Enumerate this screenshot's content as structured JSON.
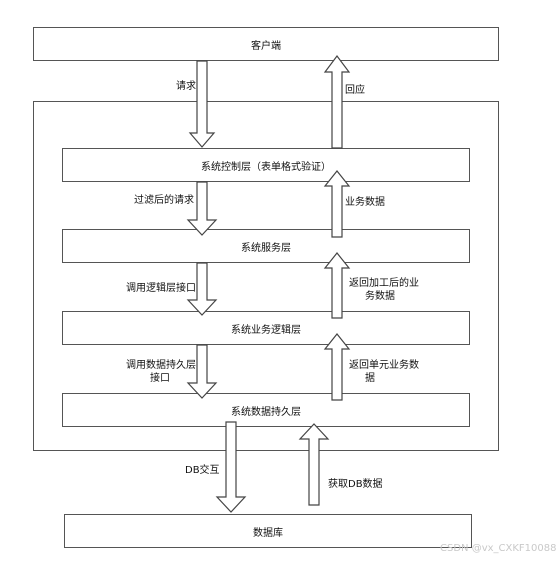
{
  "diagram": {
    "client": "客户端",
    "control_layer": "系统控制层（表单格式验证）",
    "service_layer": "系统服务层",
    "business_layer": "系统业务逻辑层",
    "persistence_layer": "系统数据持久层",
    "database": "数据库",
    "arrow_labels": {
      "request": "请求",
      "response": "回应",
      "filtered_request": "过滤后的请求",
      "business_data": "业务数据",
      "call_business": "调用逻辑层接口",
      "return_processed_line1": "返回加工后的业",
      "return_processed_line2": "务数据",
      "call_persistence_line1": "调用数据持久层",
      "call_persistence_line2": "接口",
      "return_unit_line1": "返回单元业务数",
      "return_unit_line2": "据",
      "db_interaction": "DB交互",
      "fetch_db_data": "获取DB数据"
    }
  },
  "watermark": "CSDN @vx_CXKF10088"
}
